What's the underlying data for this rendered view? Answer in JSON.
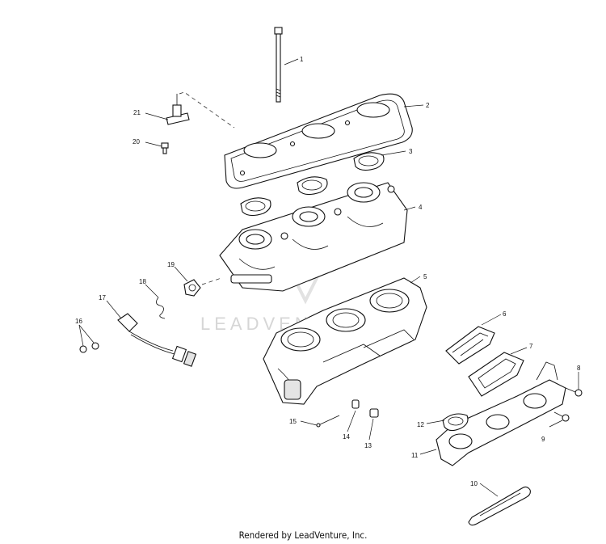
{
  "diagram": {
    "watermark": "LEADVENTURE",
    "callouts": [
      "1",
      "2",
      "3",
      "4",
      "5",
      "6",
      "7",
      "8",
      "9",
      "10",
      "11",
      "12",
      "13",
      "14",
      "15",
      "16",
      "17",
      "18",
      "19",
      "20",
      "21"
    ]
  },
  "footer": {
    "text": "Rendered by LeadVenture, Inc."
  }
}
